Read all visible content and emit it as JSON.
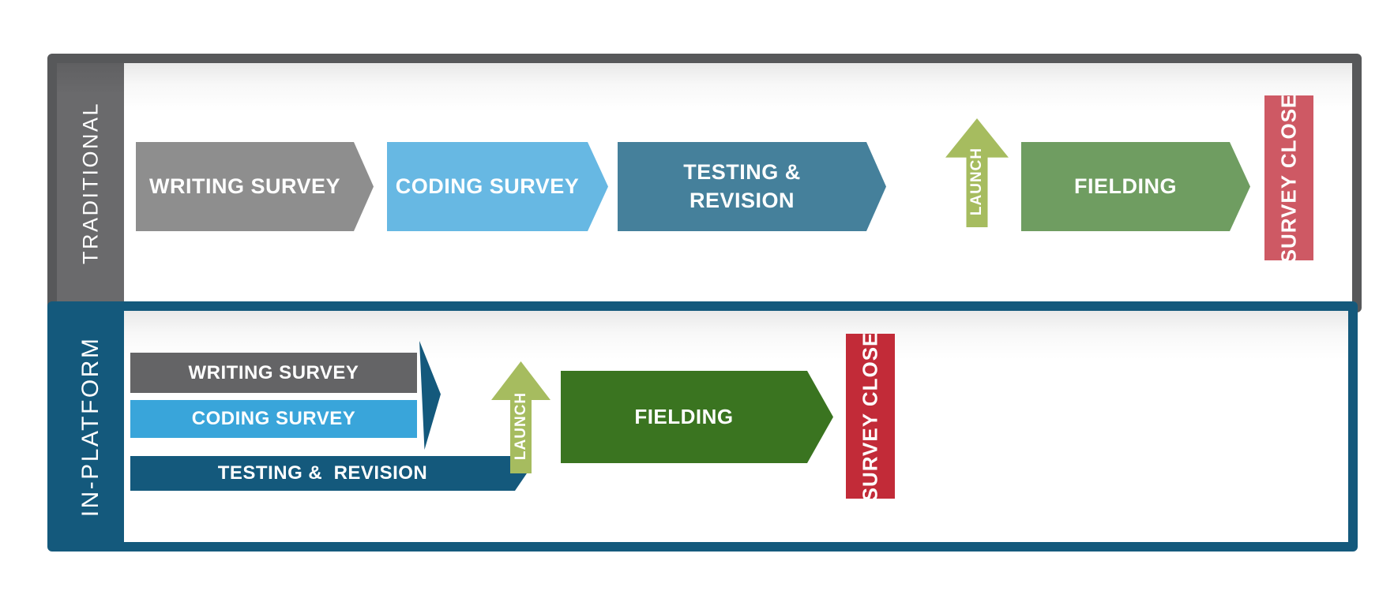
{
  "panels": {
    "traditional": {
      "label": "TRADITIONAL",
      "steps": {
        "writing": "WRITING SURVEY",
        "coding": "CODING SURVEY",
        "testing": "TESTING & REVISION",
        "launch": "LAUNCH",
        "fielding": "FIELDING",
        "close": "SURVEY CLOSE"
      }
    },
    "in_platform": {
      "label": "IN-PLATFORM",
      "steps": {
        "writing": "WRITING SURVEY",
        "coding": "CODING SURVEY",
        "testing": "TESTING &  REVISION",
        "launch": "LAUNCH",
        "fielding": "FIELDING",
        "close": "SURVEY CLOSE"
      }
    }
  },
  "colors": {
    "panel_top_border": "#57585a",
    "panel_top_sidebar": "#6a6a6c",
    "panel_bottom_border": "#14597c",
    "gray_step_top": "#8e8e8e",
    "gray_step_bottom": "#646466",
    "blue_step_top": "#67b8e3",
    "blue_step_bottom": "#39a5da",
    "steel_step_top": "#45809b",
    "teal_step_bottom": "#14597c",
    "olive_arrow": "#a6bc5f",
    "green_step_top": "#6f9d61",
    "green_step_bottom": "#3a7420",
    "red_bar_top": "#ce5964",
    "red_bar_bottom": "#c22b38"
  }
}
